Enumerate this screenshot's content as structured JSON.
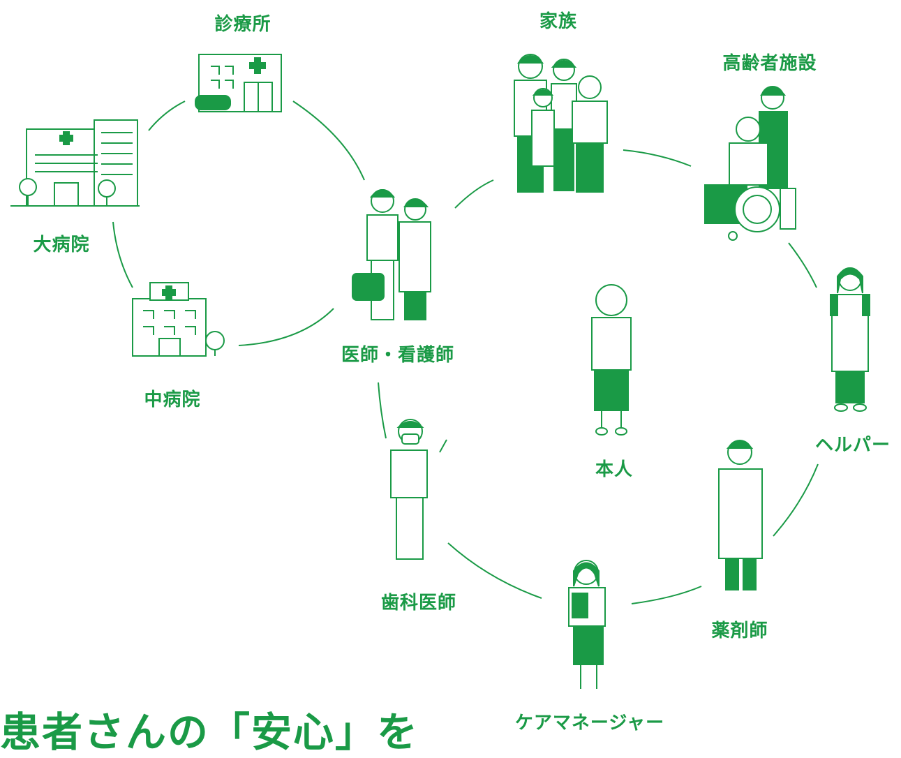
{
  "nodes": {
    "clinic": "診療所",
    "family": "家族",
    "elderly_facility": "高齢者施設",
    "large_hospital": "大病院",
    "medium_hospital": "中病院",
    "doctor_nurse": "医師・看護師",
    "patient": "本人",
    "helper": "ヘルパー",
    "dentist": "歯科医師",
    "pharmacist": "薬剤師",
    "care_manager": "ケアマネージャー"
  },
  "headline": "患者さんの「安心」を",
  "colors": {
    "accent": "#1a9a46",
    "background": "#ffffff"
  }
}
